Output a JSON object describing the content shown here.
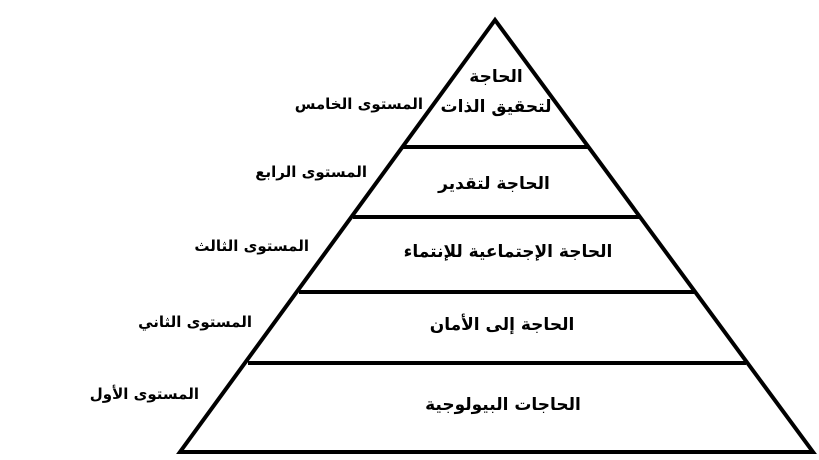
{
  "diagram": {
    "line_color": "#000000",
    "background": "#ffffff",
    "tiers": [
      {
        "line1": "الحاجة",
        "line2": "لتحقيق الذات"
      },
      {
        "line1": "الحاجة لتقدير",
        "line2": ""
      },
      {
        "line1": "الحاجة الإجتماعية للإنتماء",
        "line2": ""
      },
      {
        "line1": "الحاجة إلى الأمان",
        "line2": ""
      },
      {
        "line1": "الحاجات البيولوجية",
        "line2": ""
      }
    ],
    "levels": [
      "المستوى الخامس",
      "المستوى الرابع",
      "المستوى الثالث",
      "المستوى الثاني",
      "المستوى الأول"
    ]
  }
}
